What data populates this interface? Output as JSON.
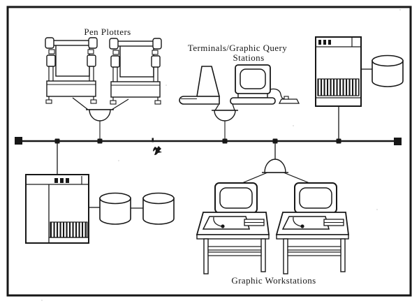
{
  "diagram": {
    "labels": {
      "pen_plotters": "Pen Plotters",
      "terminals_line1": "Terminals/Graphic Query",
      "terminals_line2": "Stations",
      "graphic_workstations": "Graphic Workstations"
    },
    "colors": {
      "ink": "#1c1c1c",
      "paper": "#ffffff"
    },
    "icons": [
      "pen-plotter-icon",
      "terminal-side-icon",
      "terminal-front-icon",
      "computer-cabinet-icon",
      "disk-drive-icon",
      "graphic-workstation-icon",
      "bus-tap-dome-icon",
      "bus-terminator-icon"
    ],
    "bus": {
      "tap_count": 5,
      "terminator_count": 2
    }
  }
}
